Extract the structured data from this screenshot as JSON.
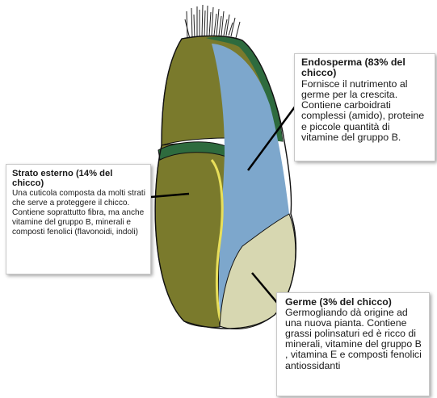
{
  "callouts": {
    "endosperma": {
      "title": "Endosperma (83% del chicco)",
      "body": "Fornisce il nutrimento al germe per la crescita. Contiene carboidrati complessi (amido), proteine e piccole quantità di vitamine del gruppo B."
    },
    "strato_esterno": {
      "title": "Strato esterno (14% del chicco)",
      "body": "Una cuticola composta da molti strati che serve a proteggere il chicco. Contiene soprattutto fibra, ma anche vitamine del gruppo B, minerali e composti fenolici (flavonoidi, indoli)"
    },
    "germe": {
      "title": "Germe (3% del chicco)",
      "body": "Germogliando dà origine ad una nuova pianta. Contiene grassi polinsaturi ed è ricco di minerali, vitamine del gruppo B , vitamina E e composti fenolici antiossidanti"
    }
  },
  "colors": {
    "outer_layer": "#7a7a2c",
    "endosperm": "#7da7cc",
    "germ": "#d7d7b1",
    "green_band": "#2e6b3e",
    "yellow_band": "#e8df5a",
    "outline": "#111111"
  }
}
